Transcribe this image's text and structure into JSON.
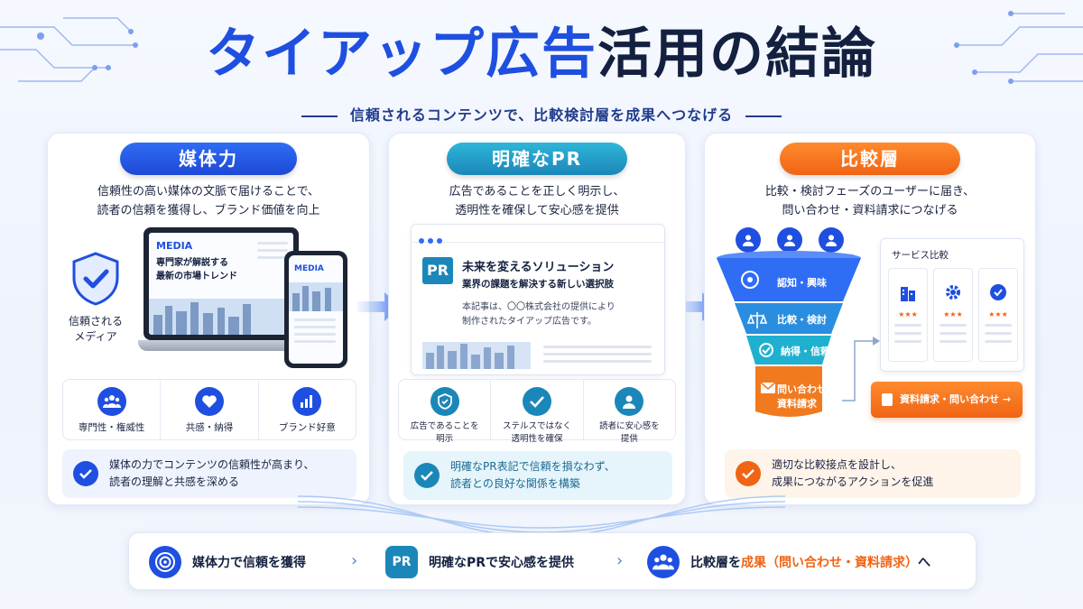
{
  "title": {
    "part_blue": "タイアップ広告",
    "part_dark": "活用の結論"
  },
  "subtitle": "信頼されるコンテンツで、比較検討層を成果へつなげる",
  "panels": [
    {
      "pill": "媒体力",
      "desc_line1": "信頼性の高い媒体の文脈で届けることで、",
      "desc_line2": "読者の信頼を獲得し、ブランド価値を向上",
      "shield_label_line1": "信頼される",
      "shield_label_line2": "メディア",
      "laptop_media": "MEDIA",
      "laptop_head_line1": "専門家が解説する",
      "laptop_head_line2": "最新の市場トレンド",
      "phone_media": "MEDIA",
      "features": [
        "専門性・権威性",
        "共感・納得",
        "ブランド好意"
      ],
      "note_line1": "媒体の力でコンテンツの信頼性が高まり、",
      "note_line2": "読者の理解と共感を深める"
    },
    {
      "pill": "明確なPR",
      "desc_line1": "広告であることを正しく明示し、",
      "desc_line2": "透明性を確保して安心感を提供",
      "pr_badge": "PR",
      "article_title": "未来を変えるソリューション",
      "article_sub": "業界の課題を解決する新しい選択肢",
      "article_body_line1": "本記事は、〇〇株式会社の提供により",
      "article_body_line2": "制作されたタイアップ広告です。",
      "features": [
        {
          "l1": "広告であることを",
          "l2": "明示"
        },
        {
          "l1": "ステルスではなく",
          "l2": "透明性を確保"
        },
        {
          "l1": "読者に安心感を",
          "l2": "提供"
        }
      ],
      "note_line1": "明確なPR表記で信頼を損なわず、",
      "note_line2": "読者との良好な関係を構築"
    },
    {
      "pill": "比較層",
      "desc_line1": "比較・検討フェーズのユーザーに届き、",
      "desc_line2": "問い合わせ・資料請求につなげる",
      "funnel": [
        "認知・興味",
        "比較・検討",
        "納得・信頼"
      ],
      "funnel_bottom_line1": "問い合わせ",
      "funnel_bottom_line2": "資料請求",
      "compare_title": "サービス比較",
      "stars": "★★★",
      "cta": "資料請求・問い合わせ →",
      "note_line1": "適切な比較接点を設計し、",
      "note_line2": "成果につながるアクションを促進"
    }
  ],
  "bottom": {
    "item1": "媒体力で信頼を獲得",
    "sep": "›",
    "item2_badge": "PR",
    "item2": "明確なPRで安心感を提供",
    "item3_prefix": "比較層を",
    "item3_highlight": "成果（問い合わせ・資料請求）",
    "item3_suffix": "へ"
  },
  "colors": {
    "blue": "#1f4fe0",
    "teal": "#1b87b9",
    "orange": "#f06414"
  }
}
